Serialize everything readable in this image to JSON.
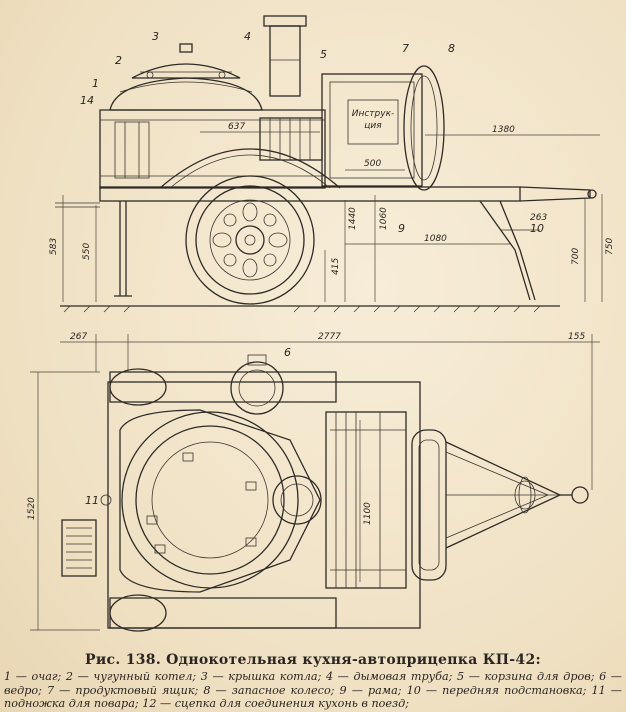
{
  "figure": {
    "caption": "Рис. 138. Однокотельная кухня-автоприцепка КП-42:",
    "legend": "1 — очаг; 2 — чугунный котел; 3 — крышка котла; 4 — дымовая труба; 5 — корзина для дров; 6 — ведро; 7 — продуктовый ящик; 8 — запасное колесо; 9 — рама; 10 — передняя подстановка; 11 — подножка для повара; 12 — сцепка для соединения кухонь в поезд;"
  },
  "side_view": {
    "part_labels": [
      "1",
      "2",
      "3",
      "4",
      "5",
      "7",
      "8",
      "9",
      "10",
      "14"
    ],
    "box_label_line1": "Инструк-",
    "box_label_line2": "ция",
    "dimensions": [
      "637",
      "1380",
      "500",
      "1440",
      "1060",
      "1080",
      "583",
      "550",
      "415",
      "263",
      "700",
      "750"
    ]
  },
  "top_view": {
    "part_labels": [
      "6",
      "11"
    ],
    "dimensions": [
      "267",
      "2777",
      "155",
      "1520",
      "1100"
    ]
  }
}
